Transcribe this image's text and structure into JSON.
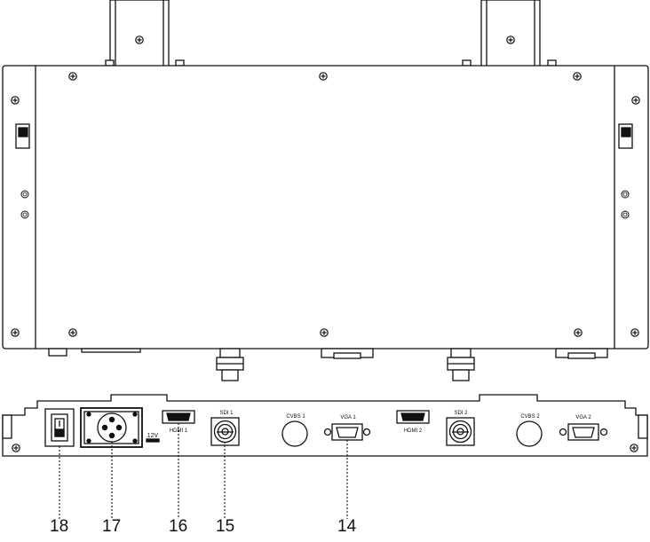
{
  "ports": {
    "hdmi1": "HDMI 1",
    "sdi1": "SDI 1",
    "cvbs1": "CVBS 1",
    "vga1": "VGA 1",
    "hdmi2": "HDMI 2",
    "sdi2": "SDI 2",
    "cvbs2": "CVBS 2",
    "vga2": "VGA 2",
    "power_voltage": "12V"
  },
  "callouts": {
    "power_switch": "18",
    "dc_input": "17",
    "hdmi_input": "16",
    "sdi_input": "15",
    "vga_input": "14"
  }
}
